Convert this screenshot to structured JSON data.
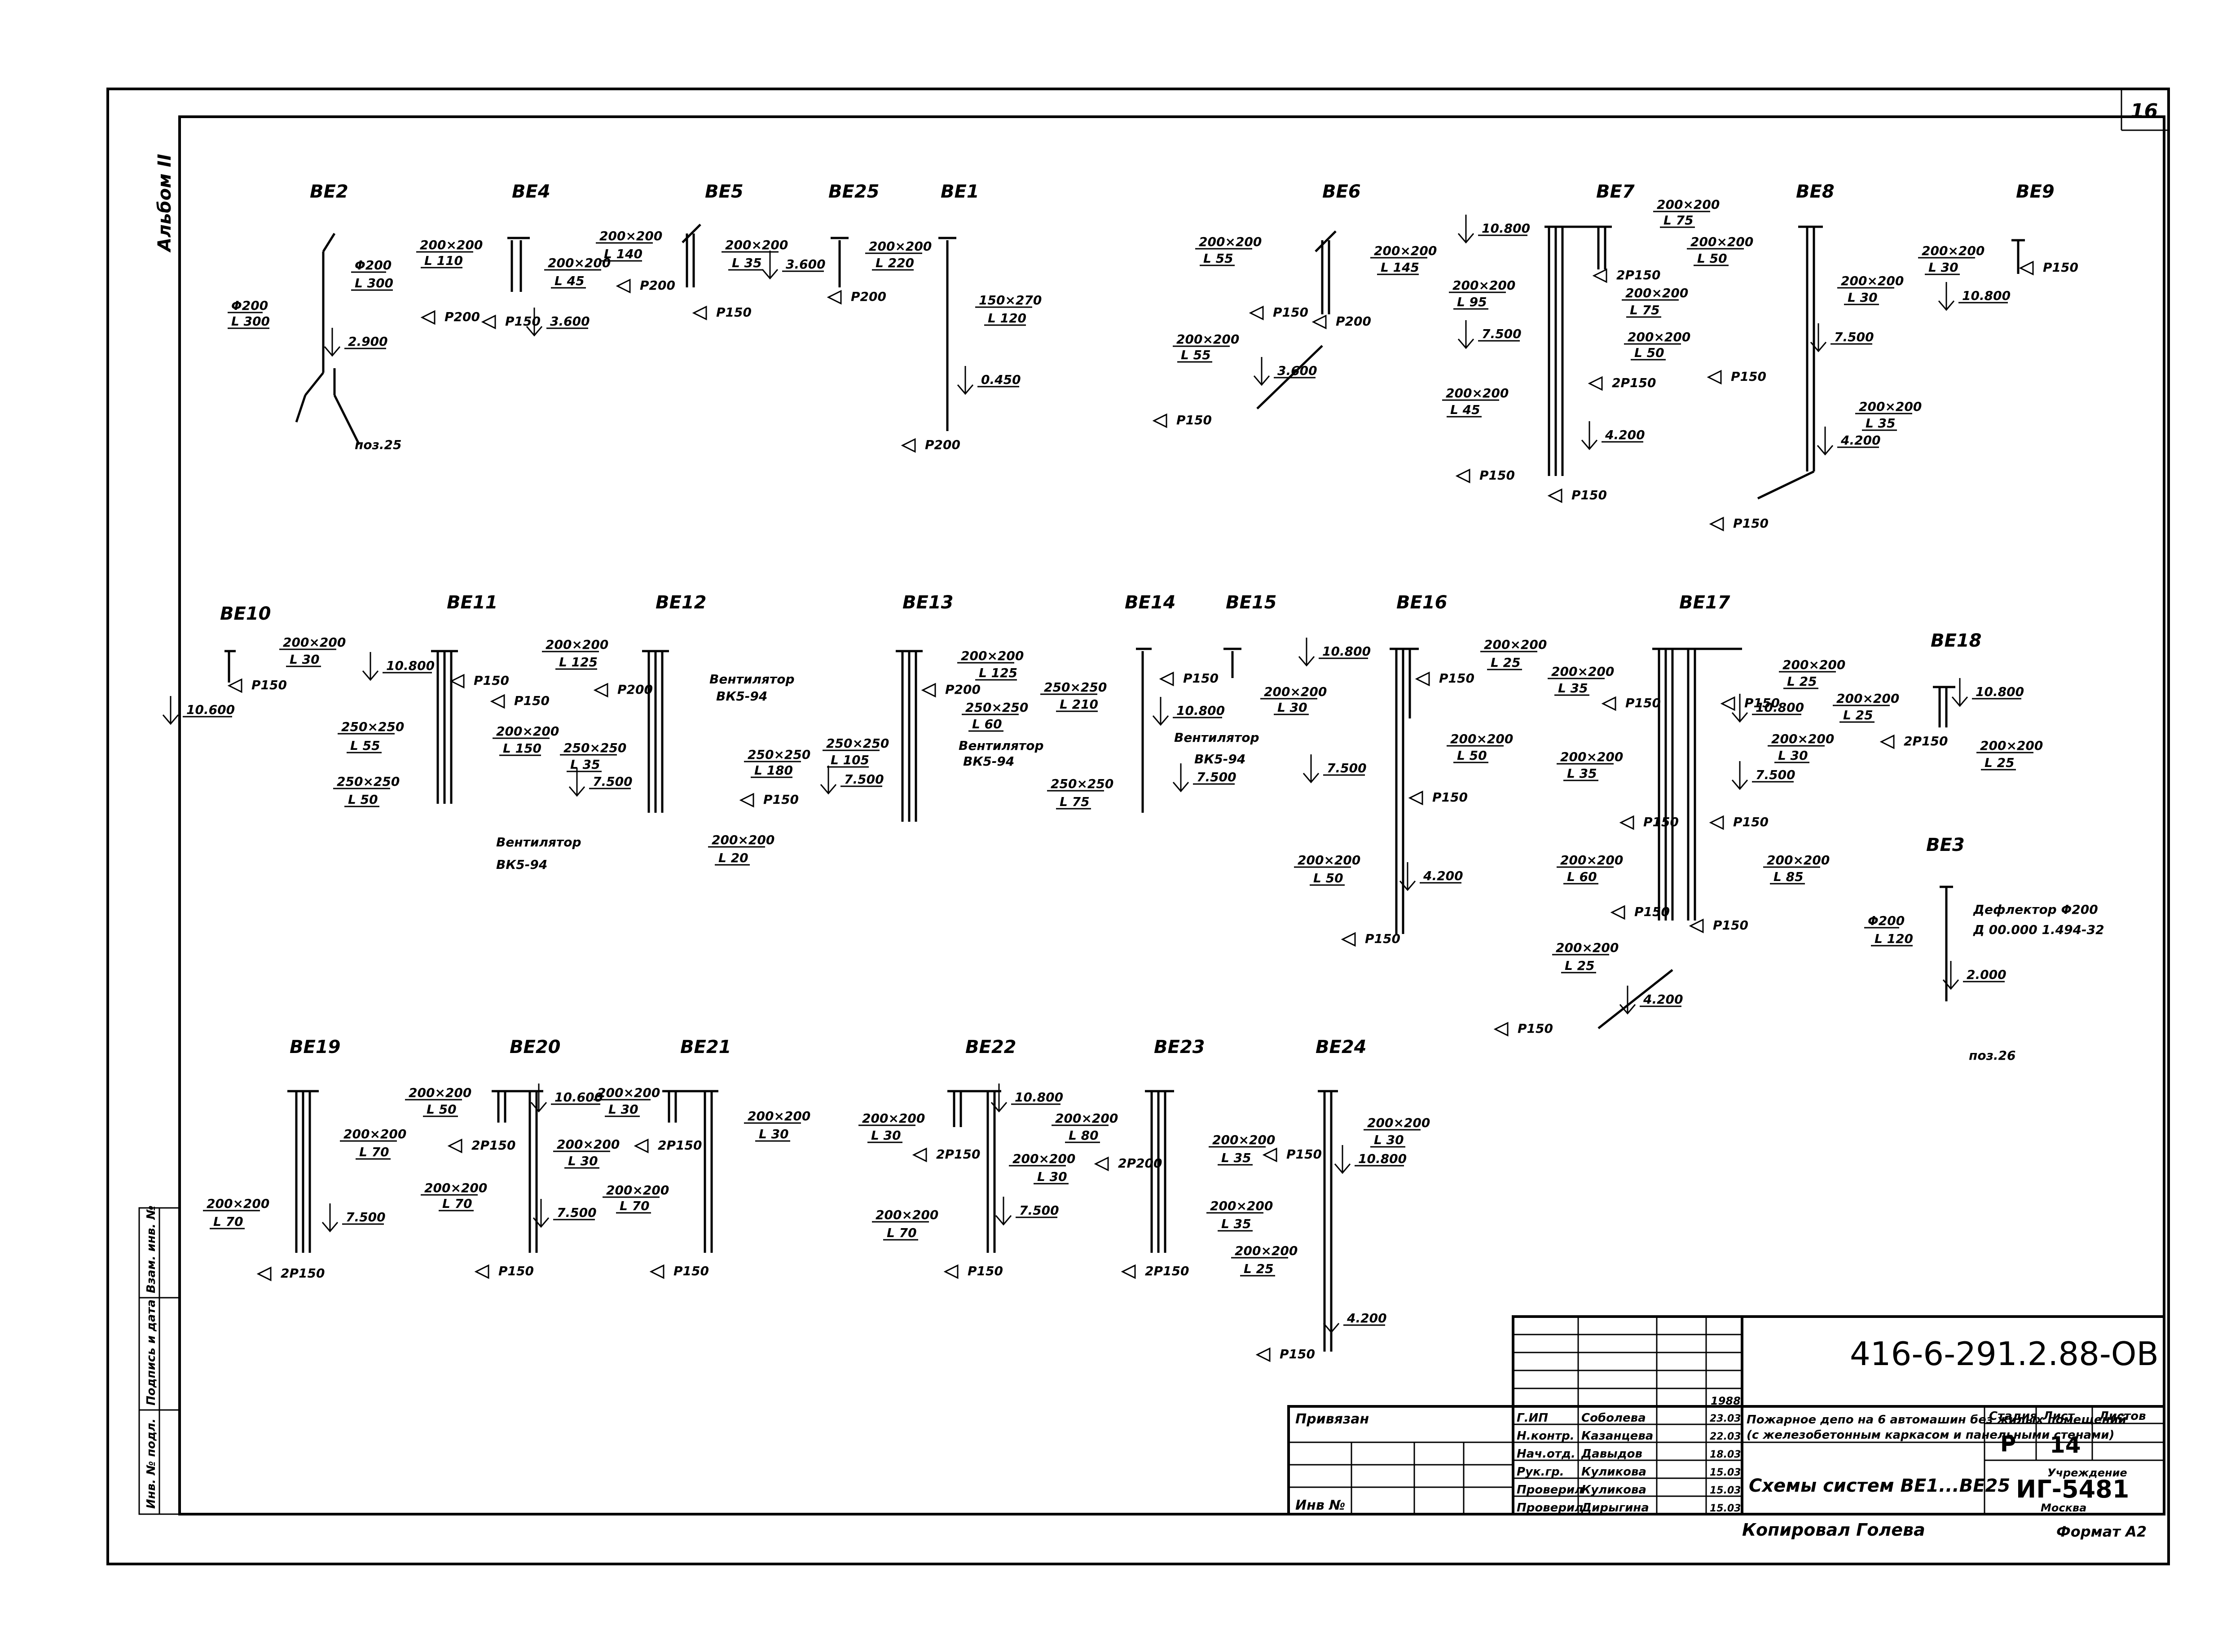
{
  "sheet_label": "16",
  "album_label": "Альбом II",
  "left_stamp": [
    "Инв. № подл.",
    "Подпись и дата",
    "Взам. инв. №"
  ],
  "systems": [
    {
      "id": "BE2",
      "labels": [
        "Φ200",
        "L 300",
        "Φ200",
        "L 300",
        "2.900",
        "поз.25"
      ]
    },
    {
      "id": "BE4",
      "labels": [
        "200×200",
        "L 110",
        "200×200",
        "L 45",
        "P200",
        "P150",
        "3.600"
      ]
    },
    {
      "id": "BE5",
      "labels": [
        "200×200",
        "L 140",
        "200×200",
        "L 35",
        "P200",
        "P150"
      ]
    },
    {
      "id": "BE25",
      "labels": [
        "3.600",
        "200×200",
        "L 220",
        "P200"
      ]
    },
    {
      "id": "BE1",
      "labels": [
        "150×270",
        "L 120",
        "0.450",
        "P200"
      ]
    },
    {
      "id": "BE6",
      "labels": [
        "200×200",
        "L 55",
        "200×200",
        "L 145",
        "P150",
        "P200",
        "200×200",
        "L 55",
        "3.600",
        "P150"
      ]
    },
    {
      "id": "BE7",
      "labels": [
        "200×200",
        "L 75",
        "10.800",
        "200×200",
        "L 50",
        "2P150",
        "200×200",
        "L 95",
        "200×200",
        "L 75",
        "7.500",
        "200×200",
        "L 50",
        "2P150",
        "200×200",
        "L 45",
        "4.200",
        "P150",
        "P150"
      ]
    },
    {
      "id": "BE8",
      "labels": [
        "200×200",
        "L 30",
        "7.500",
        "P150",
        "200×200",
        "L 35",
        "4.200",
        "P150"
      ]
    },
    {
      "id": "BE9",
      "labels": [
        "200×200",
        "L 30",
        "P150",
        "10.800"
      ]
    },
    {
      "id": "BE10",
      "labels": [
        "200×200",
        "L 30",
        "P150",
        "10.600"
      ]
    },
    {
      "id": "BE11",
      "labels": [
        "10.800",
        "P150",
        "P150",
        "250×250",
        "L 55",
        "200×200",
        "L 150",
        "250×250",
        "L 50",
        "Вентилятор",
        "ВК5-94"
      ]
    },
    {
      "id": "BE12",
      "labels": [
        "200×200",
        "L 125",
        "P200",
        "Вентилятор",
        "ВК5-94",
        "250×250",
        "L 35",
        "250×250",
        "L 180",
        "7.500",
        "P150",
        "200×200",
        "L 20"
      ]
    },
    {
      "id": "BE13",
      "labels": [
        "200×200",
        "L 125",
        "P200",
        "250×250",
        "L 60",
        "250×250",
        "L 105",
        "Вентилятор",
        "ВК5-94",
        "7.500"
      ]
    },
    {
      "id": "BE14",
      "labels": [
        "250×250",
        "L 210",
        "10.800",
        "250×250",
        "L 75",
        "Вентилятор"
      ]
    },
    {
      "id": "BE15",
      "labels": [
        "P150",
        "200×200",
        "L 30",
        "ВК5-94",
        "7.500"
      ]
    },
    {
      "id": "BE16",
      "labels": [
        "10.800",
        "200×200",
        "L 25",
        "P150",
        "200×200",
        "L 50",
        "7.500",
        "P150",
        "200×200",
        "L 50",
        "4.200",
        "P150"
      ]
    },
    {
      "id": "BE17",
      "labels": [
        "200×200",
        "L 35",
        "200×200",
        "L 25",
        "P150",
        "P150",
        "10.800",
        "200×200",
        "L 35",
        "200×200",
        "L 30",
        "7.500",
        "P150",
        "P150",
        "200×200",
        "L 60",
        "200×200",
        "L 85",
        "P150",
        "P150",
        "200×200",
        "L 25",
        "4.200",
        "P150"
      ]
    },
    {
      "id": "BE18",
      "labels": [
        "200×200",
        "L 25",
        "10.800",
        "2P150",
        "200×200",
        "L 25"
      ]
    },
    {
      "id": "BE3",
      "labels": [
        "Дефлектор Φ200",
        "Д 00.000 1.494-32",
        "Φ200",
        "L 120",
        "2.000",
        "поз.26"
      ]
    },
    {
      "id": "BE19",
      "labels": [
        "200×200",
        "L 70",
        "200×200",
        "L 70",
        "7.500",
        "2P150"
      ]
    },
    {
      "id": "BE20",
      "labels": [
        "200×200",
        "L 50",
        "10.600",
        "2P150",
        "200×200",
        "L 30",
        "200×200",
        "L 70",
        "7.500",
        "P150"
      ]
    },
    {
      "id": "BE21",
      "labels": [
        "200×200",
        "L 30",
        "200×200",
        "L 30",
        "2P150",
        "200×200",
        "L 70",
        "P150"
      ]
    },
    {
      "id": "BE22",
      "labels": [
        "200×200",
        "L 30",
        "10.800",
        "2P150",
        "200×200",
        "L 30",
        "200×200",
        "L 70",
        "7.500",
        "P150"
      ]
    },
    {
      "id": "BE23",
      "labels": [
        "200×200",
        "L 80",
        "2P200",
        "200×200",
        "L 35",
        "200×200",
        "L 35",
        "200×200",
        "L 25",
        "2P150"
      ]
    },
    {
      "id": "BE24",
      "labels": [
        "200×200",
        "L 30",
        "P150",
        "10.800",
        "4.200",
        "P150"
      ]
    }
  ],
  "title_block": {
    "doc_code": "416-6-291.2.88-ОВ",
    "binding_label": "Привязан",
    "inv_label": "Инв №",
    "year": "1988",
    "roles": [
      {
        "role": "Г.ИП",
        "name": "Соболева",
        "date": "23.03"
      },
      {
        "role": "Н.контр.",
        "name": "Казанцева",
        "date": "22.03"
      },
      {
        "role": "Нач.отд.",
        "name": "Давыдов",
        "date": "18.03"
      },
      {
        "role": "Рук.гр.",
        "name": "Куликова",
        "date": "15.03"
      },
      {
        "role": "Проверил",
        "name": "Куликова",
        "date": "15.03"
      },
      {
        "role": "Проверил",
        "name": "Дирыгина",
        "date": "15.03"
      }
    ],
    "project_title": "Пожарное депо на 6 автомашин без жилых помещений (с железобетонным каркасом и панельными стенами)",
    "sheet_title": "Схемы систем ВЕ1...ВЕ25",
    "stage_label": "Стадия",
    "stage": "Р",
    "sheet_num_label": "Лист",
    "sheet_num": "14",
    "sheets_label": "Листов",
    "sheets": "",
    "org_label": "Учреждение",
    "org": "ИГ-5481",
    "city": "Москва",
    "copied_by": "Копировал Голева",
    "format": "Формат А2"
  }
}
